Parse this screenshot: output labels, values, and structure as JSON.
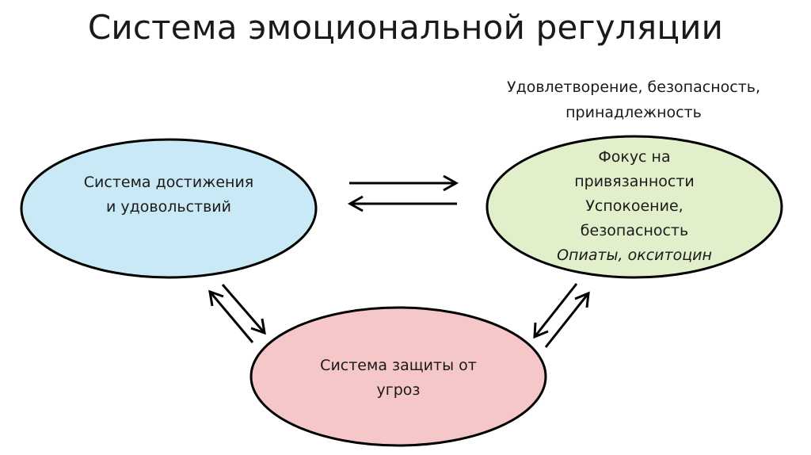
{
  "title": "Система эмоциональной регуляции",
  "caption_lines": [
    "Удовлетворение, безопасность,",
    "принадлежность"
  ],
  "nodes": {
    "achievement": {
      "lines": [
        "Система достижения",
        "и удовольствий"
      ],
      "fill": "#c9e9f6"
    },
    "soothing": {
      "lines": [
        "Фокус на",
        "привязанности",
        "Успокоение,",
        "безопасность"
      ],
      "italic_line": "Опиаты, окситоцин",
      "fill": "#e2efcb"
    },
    "threat": {
      "lines": [
        "Система защиты от",
        "угроз"
      ],
      "fill": "#f6c7c8"
    }
  },
  "colors": {
    "outline": "#000000",
    "text": "#1a1a1a"
  }
}
